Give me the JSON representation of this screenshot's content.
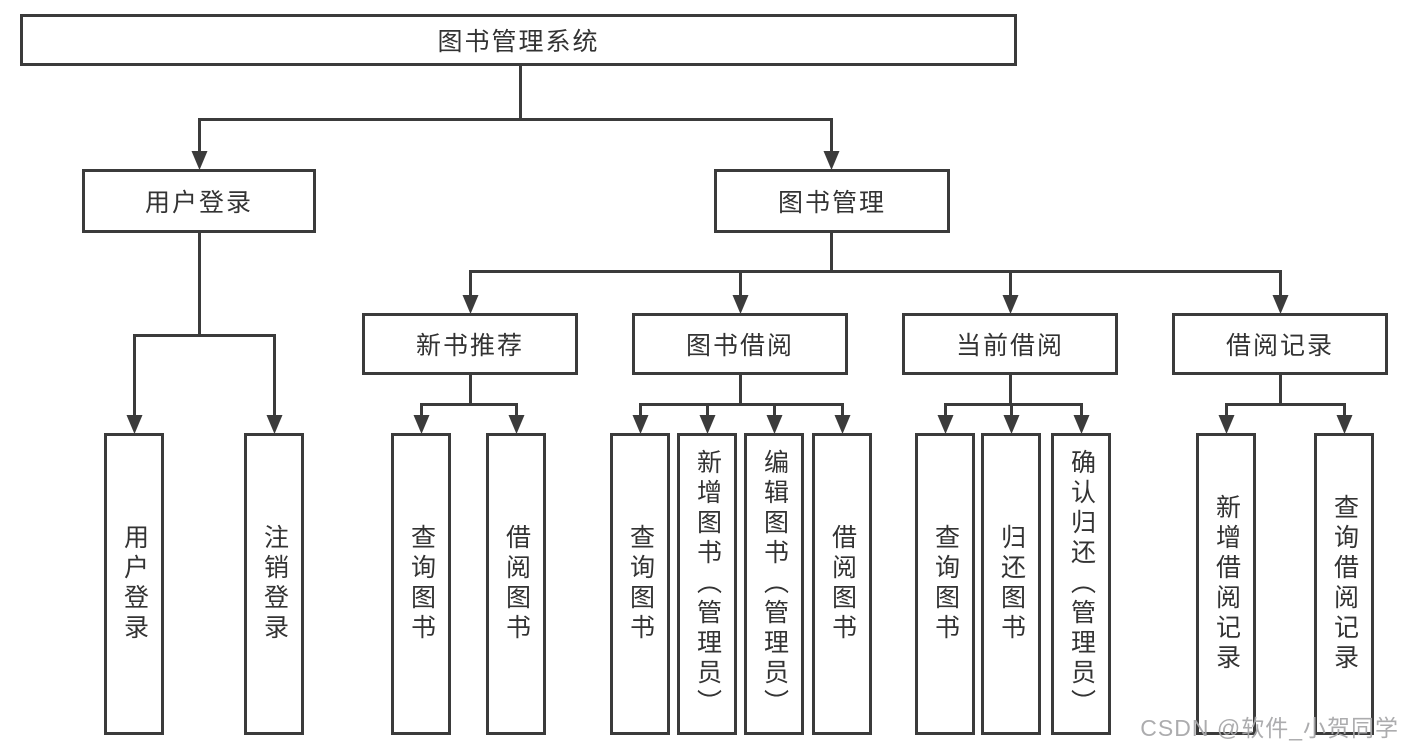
{
  "diagram": {
    "type": "hierarchy",
    "root": {
      "label": "图书管理系统"
    },
    "level2": [
      {
        "label": "用户登录"
      },
      {
        "label": "图书管理"
      }
    ],
    "level3": [
      {
        "label": "新书推荐",
        "parent": "图书管理"
      },
      {
        "label": "图书借阅",
        "parent": "图书管理"
      },
      {
        "label": "当前借阅",
        "parent": "图书管理"
      },
      {
        "label": "借阅记录",
        "parent": "图书管理"
      }
    ],
    "leaves": [
      {
        "label": "用户登录",
        "parent": "用户登录"
      },
      {
        "label": "注销登录",
        "parent": "用户登录"
      },
      {
        "label": "查询图书",
        "parent": "新书推荐"
      },
      {
        "label": "借阅图书",
        "parent": "新书推荐"
      },
      {
        "label": "查询图书",
        "parent": "图书借阅"
      },
      {
        "label": "新增图书（管理员）",
        "parent": "图书借阅"
      },
      {
        "label": "编辑图书（管理员）",
        "parent": "图书借阅"
      },
      {
        "label": "借阅图书",
        "parent": "图书借阅"
      },
      {
        "label": "查询图书",
        "parent": "当前借阅"
      },
      {
        "label": "归还图书",
        "parent": "当前借阅"
      },
      {
        "label": "确认归还（管理员）",
        "parent": "当前借阅"
      },
      {
        "label": "新增借阅记录",
        "parent": "借阅记录"
      },
      {
        "label": "查询借阅记录",
        "parent": "借阅记录"
      }
    ]
  },
  "watermark": "CSDN @软件_小贺同学",
  "colors": {
    "line": "#3b3b3b",
    "text": "#333333",
    "background": "#ffffff",
    "watermark": "#a8a8aa"
  }
}
